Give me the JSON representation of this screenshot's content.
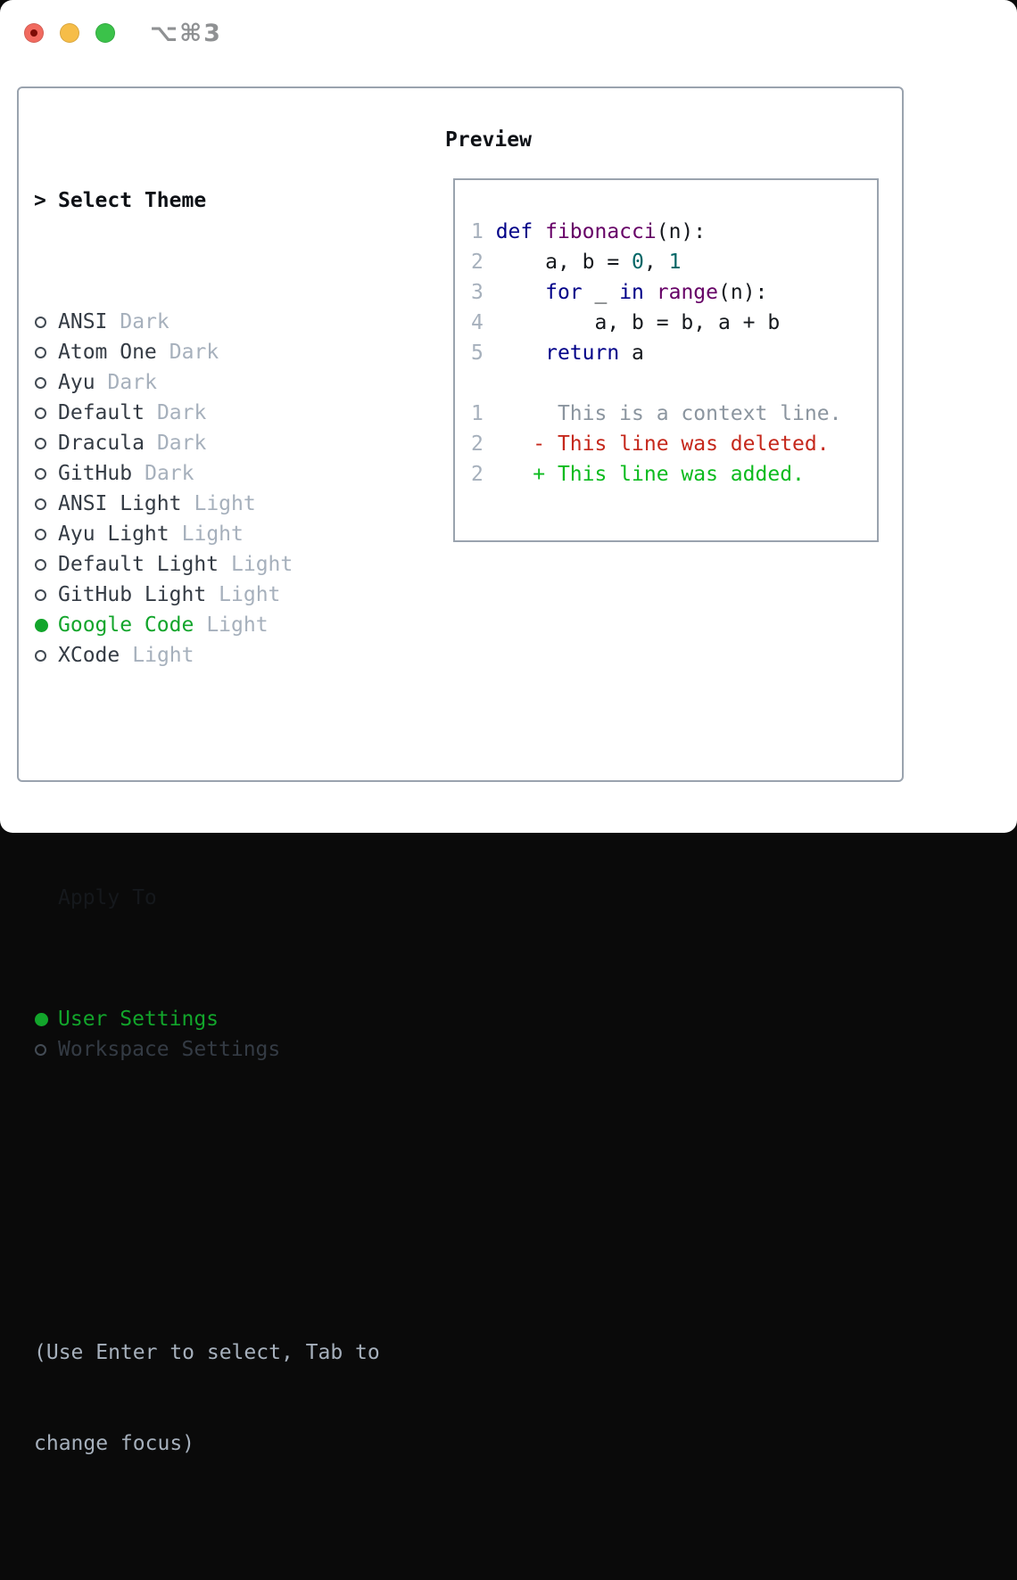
{
  "window": {
    "title": "⌥⌘3",
    "traffic_lights": [
      "close",
      "minimize",
      "zoom"
    ]
  },
  "colors": {
    "accent_green": "#12a52b",
    "added_green": "#0cbb1e",
    "deleted_red": "#c5281c",
    "keyword_blue": "#000088",
    "type_purple": "#660066",
    "literal_teal": "#006666",
    "muted_gray": "#a6b0bc",
    "border_gray": "#9aa3ae"
  },
  "picker": {
    "header": {
      "marker": ">",
      "label": "Select Theme"
    },
    "themes": [
      {
        "name": "ANSI",
        "variant": "Dark",
        "selected": false
      },
      {
        "name": "Atom One",
        "variant": "Dark",
        "selected": false
      },
      {
        "name": "Ayu",
        "variant": "Dark",
        "selected": false
      },
      {
        "name": "Default",
        "variant": "Dark",
        "selected": false
      },
      {
        "name": "Dracula",
        "variant": "Dark",
        "selected": false
      },
      {
        "name": "GitHub",
        "variant": "Dark",
        "selected": false
      },
      {
        "name": "ANSI Light",
        "variant": "Light",
        "selected": false
      },
      {
        "name": "Ayu Light",
        "variant": "Light",
        "selected": false
      },
      {
        "name": "Default Light",
        "variant": "Light",
        "selected": false
      },
      {
        "name": "GitHub Light",
        "variant": "Light",
        "selected": false
      },
      {
        "name": "Google Code",
        "variant": "Light",
        "selected": true
      },
      {
        "name": "XCode",
        "variant": "Light",
        "selected": false
      }
    ],
    "apply_to": {
      "label": "Apply To",
      "options": [
        {
          "name": "User Settings",
          "selected": true
        },
        {
          "name": "Workspace Settings",
          "selected": false
        }
      ]
    },
    "hint_lines": [
      "(Use Enter to select, Tab to",
      "change focus)"
    ]
  },
  "preview": {
    "label": "Preview",
    "code_lines": [
      [
        [
          "n",
          "1 "
        ],
        [
          "k",
          "def "
        ],
        [
          "f",
          "fibonacci"
        ],
        [
          "p",
          "(n):"
        ]
      ],
      [
        [
          "n",
          "2 "
        ],
        [
          "p",
          "    a, b = "
        ],
        [
          "l",
          "0"
        ],
        [
          "p",
          ", "
        ],
        [
          "l",
          "1"
        ]
      ],
      [
        [
          "n",
          "3 "
        ],
        [
          "p",
          "    "
        ],
        [
          "k",
          "for"
        ],
        [
          "p",
          " _ "
        ],
        [
          "k",
          "in"
        ],
        [
          "p",
          " "
        ],
        [
          "f",
          "range"
        ],
        [
          "p",
          "(n):"
        ]
      ],
      [
        [
          "n",
          "4 "
        ],
        [
          "p",
          "        a, b = b, a + b"
        ]
      ],
      [
        [
          "n",
          "5 "
        ],
        [
          "p",
          "    "
        ],
        [
          "k",
          "return"
        ],
        [
          "p",
          " a"
        ]
      ],
      [],
      [
        [
          "n",
          "1 "
        ],
        [
          "c",
          "     This is a context line."
        ]
      ],
      [
        [
          "n",
          "2 "
        ],
        [
          "d",
          "   - This line was deleted."
        ]
      ],
      [
        [
          "n",
          "2 "
        ],
        [
          "a",
          "   + This line was added."
        ]
      ]
    ]
  }
}
